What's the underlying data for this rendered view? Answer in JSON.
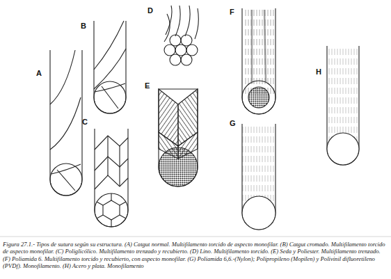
{
  "diagram": {
    "caption": "Figura 27.1.- Tipos de sutura según su estructura. (A) Catgut normal. Multifilamento torcido de aspecto monofilar. (B) Catgut cromado. Multifilamento torcido de aspecto monofilar. (C) Poliglicólico. Multifilamento trenzado y recubierto. (D) Lino. Multifilamento torcido. (E) Seda y Poliester. Multifilamento trenzado. (F) Poliamida 6. Multifilamento torcido y recubierto, con aspecto monofilar. (G) Poliamida 6,6.-(Nylon); Polipropileno (Mopilen) y Polivinil difluoretileno (PVDf). Monofilamento. (H) Acero y plata. Monofilamento",
    "labels": [
      "A",
      "B",
      "C",
      "D",
      "E",
      "F",
      "G",
      "H"
    ]
  }
}
